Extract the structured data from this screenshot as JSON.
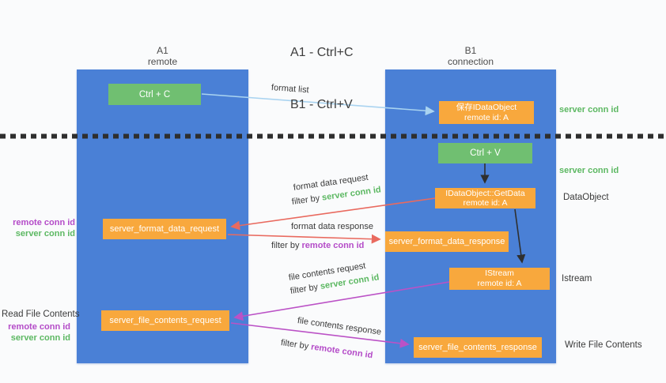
{
  "title": {
    "line1": "A1 - Ctrl+C",
    "line2": "B1 - Ctrl+V"
  },
  "lanes": {
    "left": {
      "id": "A1",
      "name": "remote"
    },
    "right": {
      "id": "B1",
      "name": "connection"
    }
  },
  "boxes": {
    "ctrl_c": {
      "label": "Ctrl + C"
    },
    "ctrl_v": {
      "label": "Ctrl + V"
    },
    "save_idataobject": {
      "line1": "保存IDataObject",
      "line2": "remote id: A"
    },
    "getdata": {
      "line1": "IDataObject::GetData",
      "line2": "remote id: A"
    },
    "istream": {
      "line1": "IStream",
      "line2": "remote id: A"
    },
    "format_request": {
      "label": "server_format_data_request"
    },
    "format_response": {
      "label": "server_format_data_response"
    },
    "file_request": {
      "label": "server_file_contents_request"
    },
    "file_response": {
      "label": "server_file_contents_response"
    }
  },
  "edges": {
    "format_list": {
      "label": "format list"
    },
    "format_data_request": {
      "label": "format data request",
      "filter_prefix": "filter by ",
      "filter_key": "server conn id"
    },
    "format_data_response": {
      "label": "format data response",
      "filter_prefix": "filter by ",
      "filter_key": "remote conn id"
    },
    "file_contents_request": {
      "label": "file contents request",
      "filter_prefix": "filter by ",
      "filter_key": "server conn id"
    },
    "file_contents_response": {
      "label": "file contents response",
      "filter_prefix": "filter by ",
      "filter_key": "remote conn id"
    }
  },
  "annotations": {
    "right": {
      "server_conn_id_top": "server conn id",
      "server_conn_id_mid": "server conn id",
      "dataobject": "DataObject",
      "istream": "Istream",
      "write_file_contents": "Write File Contents"
    },
    "left": {
      "remote_conn_id_top": "remote conn id",
      "server_conn_id_top": "server conn id",
      "read_file_contents": "Read File Contents",
      "remote_conn_id_bottom": "remote conn id",
      "server_conn_id_bottom": "server conn id"
    }
  },
  "colors": {
    "lane_blue": "#4a80d6",
    "box_green": "#70bf71",
    "box_orange": "#f8a83d",
    "arrow_lightblue": "#a9d3f0",
    "arrow_red": "#e96a5f",
    "arrow_magenta": "#bb52c6",
    "arrow_black": "#2f2f2f",
    "text_green": "#5cb862",
    "text_purple": "#b44bc8"
  }
}
